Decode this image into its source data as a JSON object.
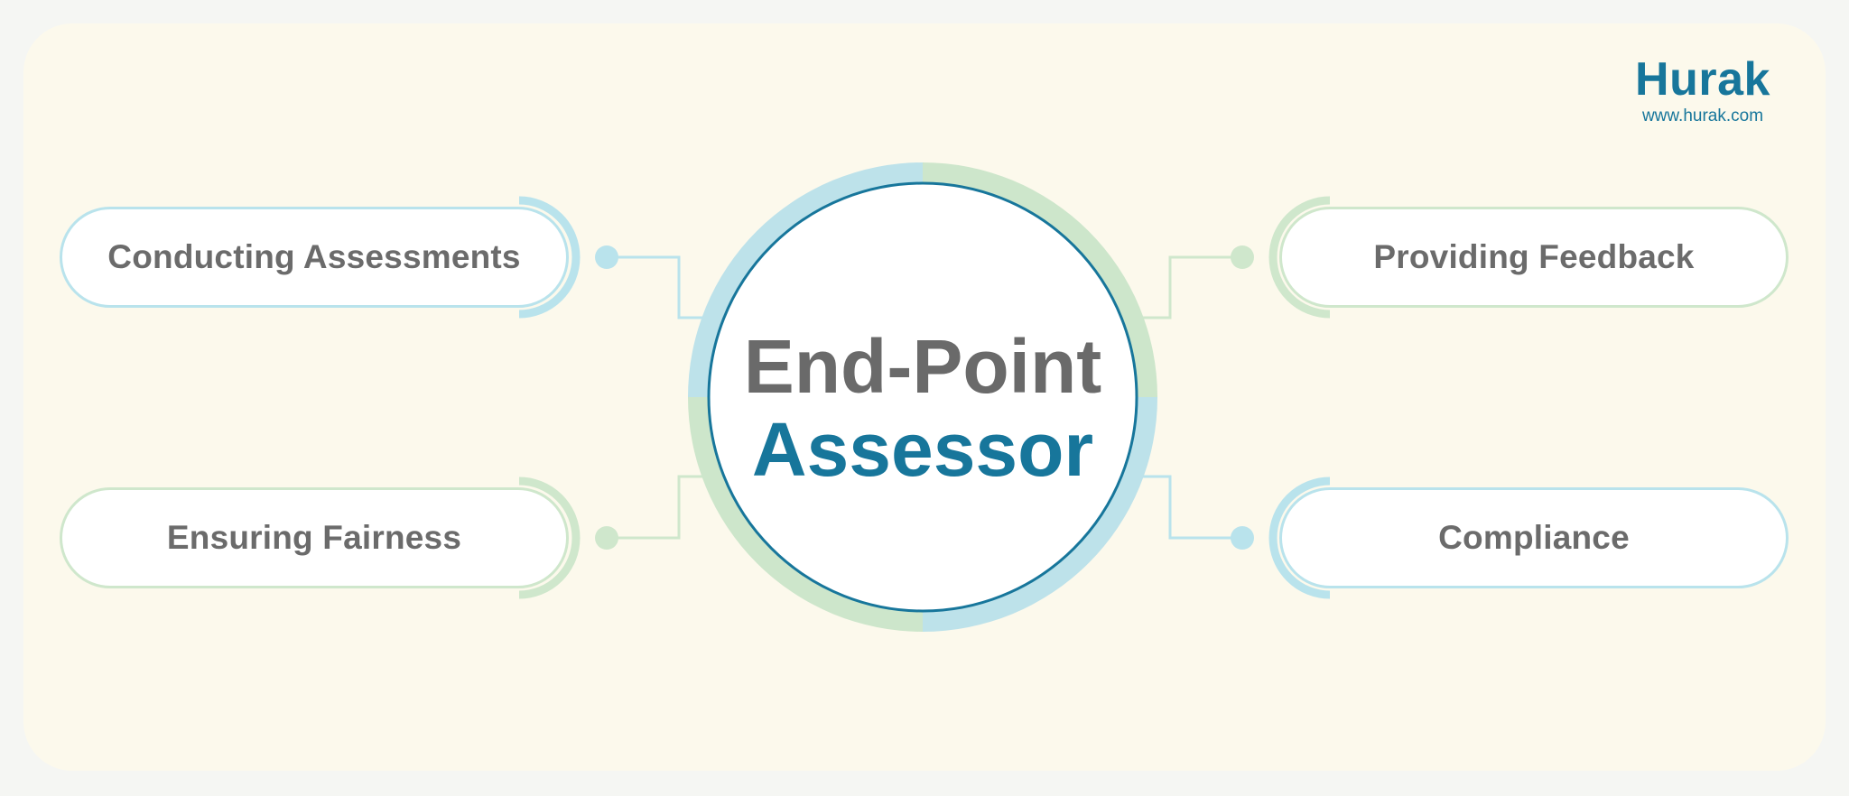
{
  "logo": {
    "name": "Hurak",
    "url": "www.hurak.com"
  },
  "center": {
    "line1": "End-Point",
    "line2": "Assessor"
  },
  "nodes": [
    {
      "label": "Conducting Assessments"
    },
    {
      "label": "Ensuring Fairness"
    },
    {
      "label": "Providing Feedback"
    },
    {
      "label": "Compliance"
    }
  ],
  "colors": {
    "accent_blue": "#17769b",
    "light_blue": "#b9e3ec",
    "light_green": "#cfe7cc",
    "text_gray": "#6a6a6a",
    "background": "#fcf9ec"
  }
}
